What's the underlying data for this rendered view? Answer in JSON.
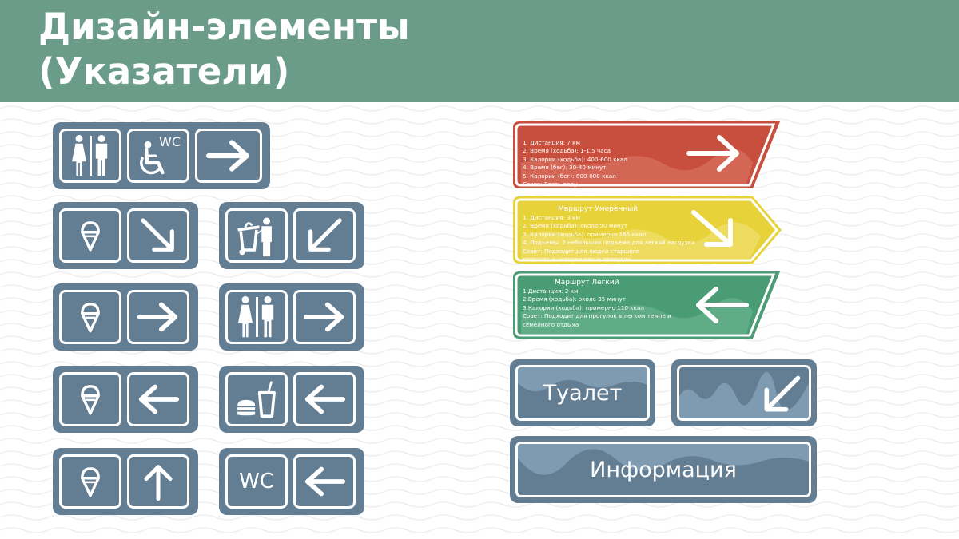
{
  "title": {
    "line1": "Дизайн-элементы",
    "line2": "(Указатели)"
  },
  "colors": {
    "header": "#6b9c89",
    "sign": "#637d93",
    "route_hard": "#c84f3d",
    "route_medium": "#e8d23a",
    "route_easy": "#4a9c74"
  },
  "signs": {
    "wc_label": "WC",
    "wc_big_label": "WC"
  },
  "routes": {
    "hard": {
      "lines": [
        "1. Дистанция: 7 км",
        "2. Время (ходьба): 1-1.5 часа",
        "3. Калории (ходьба): 400-600 ккал",
        "4. Время (бег): 30-40 минут",
        "5. Калории (бег): 600-800 ккал",
        "Совет: Взять воду"
      ]
    },
    "medium": {
      "title": "Маршрут Умеренный",
      "lines": [
        "1. Дистанция: 3 км",
        "2. Время (ходьба): около 50 минут",
        "3. Калории (ходьба): примерно 165 ккал",
        "4. Подъемы: 2 небольших подъема для легкой нагрузки",
        "Совет: Подходит для людей старшего",
        "возраста и неторопливых прогулок"
      ]
    },
    "easy": {
      "title": "Маршрут Легкий",
      "lines": [
        "1.Дистанция: 2 км",
        "2.Время (ходьба): около 35 минут",
        "3.Калории (ходьба): примерно 110 ккал",
        "Совет: Подходит для прогулок в легком темпе и",
        "семейного отдыха"
      ]
    }
  },
  "boards": {
    "toilet": "Туалет",
    "info": "Информация"
  },
  "icons": [
    "restroom-icon",
    "wheelchair-icon",
    "ice-cream-icon",
    "trash-person-icon",
    "food-icon",
    "arrow-right-icon",
    "arrow-left-icon",
    "arrow-up-icon",
    "arrow-down-right-icon",
    "arrow-down-left-icon"
  ]
}
